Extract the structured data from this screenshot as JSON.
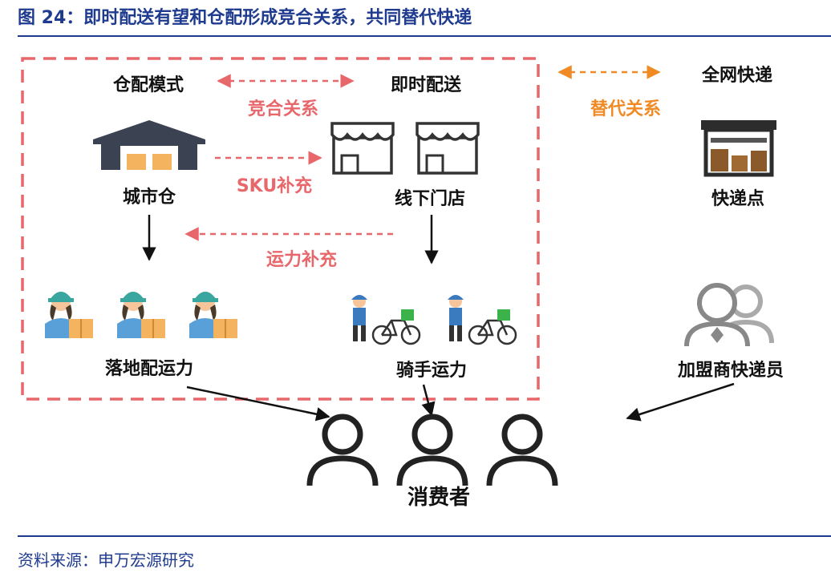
{
  "title": "图 24：即时配送有望和仓配形成竞合关系，共同替代快递",
  "nodes": {
    "warehouse_mode": "仓配模式",
    "instant_delivery": "即时配送",
    "national_express": "全网快递",
    "city_warehouse": "城市仓",
    "offline_store": "线下门店",
    "express_point": "快递点",
    "last_mile_capacity": "落地配运力",
    "rider_capacity": "骑手运力",
    "franchise_courier": "加盟商快递员",
    "consumer": "消费者"
  },
  "relations": {
    "competition_cooperation": "竞合关系",
    "substitution": "替代关系",
    "sku_supplement": "SKU补充",
    "capacity_supplement": "运力补充"
  },
  "colors": {
    "title_blue": "#1f3b8f",
    "box_red": "#e8676b",
    "relation_red": "#e8676b",
    "substitution_orange": "#f08a24",
    "warehouse_gray": "#3b4252",
    "courier_teal": "#3aa6a0",
    "box_orange": "#f4b35e"
  },
  "source": "资料来源：申万宏源研究"
}
